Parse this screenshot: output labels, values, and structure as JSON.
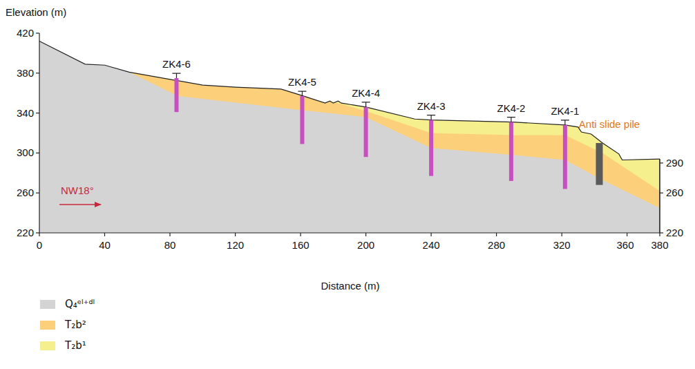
{
  "diagram": {
    "labels": [
      "Elevation (m)",
      "420",
      "380",
      "340",
      "300",
      "260",
      "220",
      "0",
      "40",
      "80",
      "120",
      "160",
      "200",
      "240",
      "280",
      "320",
      "360",
      "380",
      "290",
      "260",
      "220",
      "ZK4-6",
      "ZK4-5",
      "ZK4-4",
      "ZK4-3",
      "ZK4-2",
      "ZK4-1",
      "Anti slide pile",
      "NW18°",
      "Distance (m)"
    ],
    "legend": [
      {
        "text": "Q₄ᵉˡ⁺ᵈˡ",
        "color": "#d4d4d4"
      },
      {
        "text": "T₂b²",
        "color": "#fcd07a"
      },
      {
        "text": "T₂b¹",
        "color": "#f6ef8e"
      }
    ]
  }
}
